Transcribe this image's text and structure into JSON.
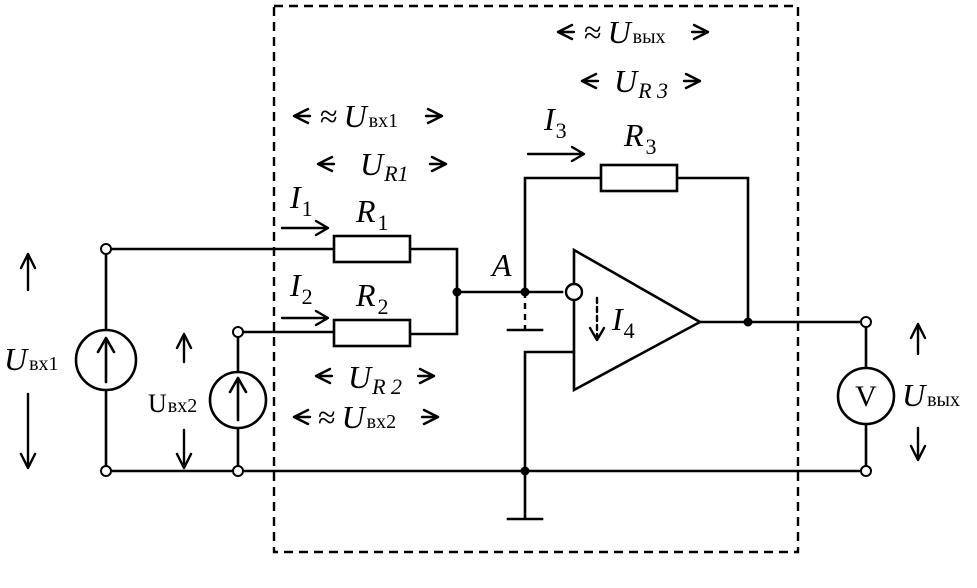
{
  "labels": {
    "i1": "I",
    "i1_sub": "1",
    "i2": "I",
    "i2_sub": "2",
    "i3": "I",
    "i3_sub": "3",
    "i4": "I",
    "i4_sub": "4",
    "r1": "R",
    "r1_sub": "1",
    "r2": "R",
    "r2_sub": "2",
    "r3": "R",
    "r3_sub": "3",
    "node_a": "A",
    "u_in1": "U",
    "u_in1_sub": "вх1",
    "u_in2": "U",
    "u_in2_sub": "вх2",
    "u_out_sym": "U",
    "u_out_sub": "вых",
    "voltmeter": "V",
    "approx": "≈",
    "ann_uin1": "U",
    "ann_uin1_sub": "вх1",
    "ann_ur1": "U",
    "ann_ur1_sub": "R1",
    "ann_ur2": "U",
    "ann_ur2_sub": "R 2",
    "ann_uin2": "U",
    "ann_uin2_sub": "вх2",
    "ann_uout": "U",
    "ann_uout_sub": "вых",
    "ann_ur3": "U",
    "ann_ur3_sub": "R 3"
  }
}
